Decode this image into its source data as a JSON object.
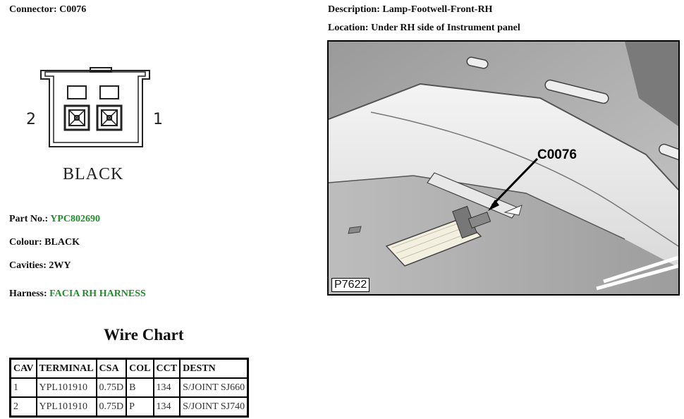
{
  "connector": {
    "label": "Connector:",
    "value": "C0076"
  },
  "description": {
    "label": "Description:",
    "value": "Lamp-Footwell-Front-RH"
  },
  "location": {
    "label": "Location:",
    "value": "Under RH side of Instrument panel"
  },
  "diagram": {
    "pin_left": "2",
    "pin_right": "1",
    "colour_text": "BLACK"
  },
  "photo": {
    "callout": "C0076",
    "ref": "P7622"
  },
  "part_no": {
    "label": "Part No.:",
    "value": "YPC802690"
  },
  "colour": {
    "label": "Colour:",
    "value": "BLACK"
  },
  "cavities": {
    "label": "Cavities:",
    "value": "2WY"
  },
  "harness": {
    "label": "Harness:",
    "value": "FACIA RH HARNESS"
  },
  "colors": {
    "link_green": "#1f8f2a"
  },
  "wire_chart": {
    "title": "Wire Chart",
    "headers": [
      "CAV",
      "TERMINAL",
      "CSA",
      "COL",
      "CCT",
      "DESTN"
    ],
    "rows": [
      [
        "1",
        "YPL101910",
        "0.75D",
        "B",
        "134",
        "S/JOINT SJ660"
      ],
      [
        "2",
        "YPL101910",
        "0.75D",
        "P",
        "134",
        "S/JOINT SJ740"
      ]
    ]
  }
}
